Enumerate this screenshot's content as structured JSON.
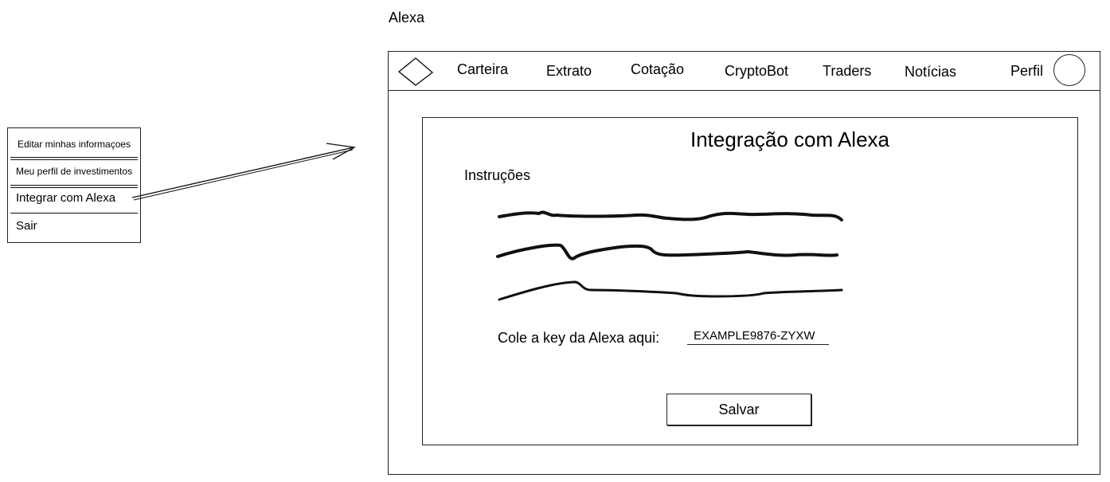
{
  "page": {
    "title": "Alexa"
  },
  "profile_menu": {
    "items": [
      {
        "label": "Editar minhas informaçoes"
      },
      {
        "label": "Meu perfil de investimentos"
      },
      {
        "label": "Integrar com Alexa"
      },
      {
        "label": "Sair"
      }
    ]
  },
  "nav": {
    "logo_icon": "diamond-icon",
    "items": [
      {
        "label": "Carteira"
      },
      {
        "label": "Extrato"
      },
      {
        "label": "Cotação"
      },
      {
        "label": "CryptoBot"
      },
      {
        "label": "Traders"
      },
      {
        "label": "Notícias"
      }
    ],
    "profile_label": "Perfil",
    "avatar_icon": "avatar-circle-icon"
  },
  "panel": {
    "title": "Integração com Alexa",
    "instructions_label": "Instruções",
    "key_label": "Cole a key da Alexa aqui:",
    "key_value": "EXAMPLE9876-ZYXW",
    "save_label": "Salvar"
  }
}
